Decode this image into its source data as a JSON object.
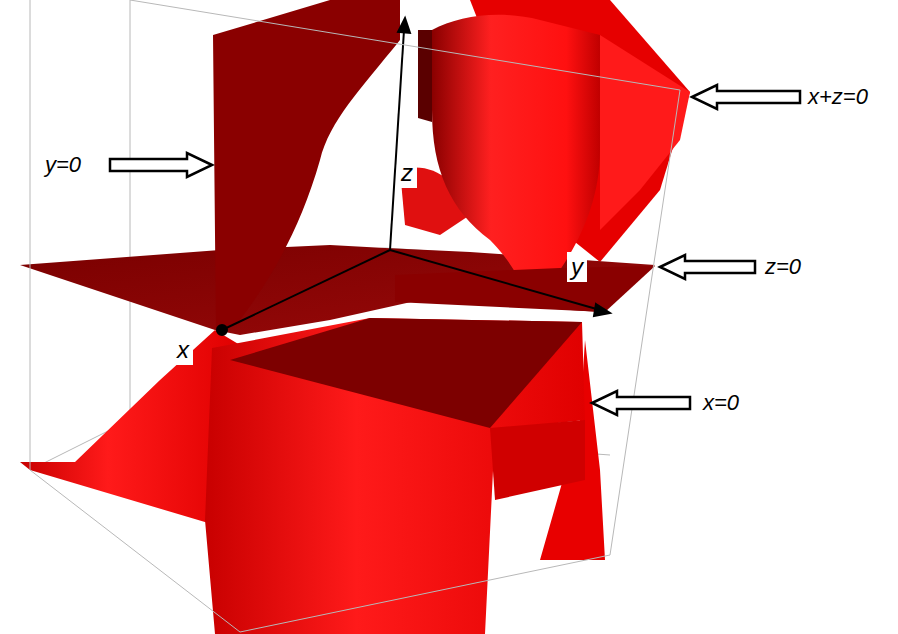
{
  "diagram": {
    "labels": [
      "y=0",
      "x+z=0",
      "z=0",
      "x=0",
      "z",
      "y",
      "x"
    ]
  }
}
